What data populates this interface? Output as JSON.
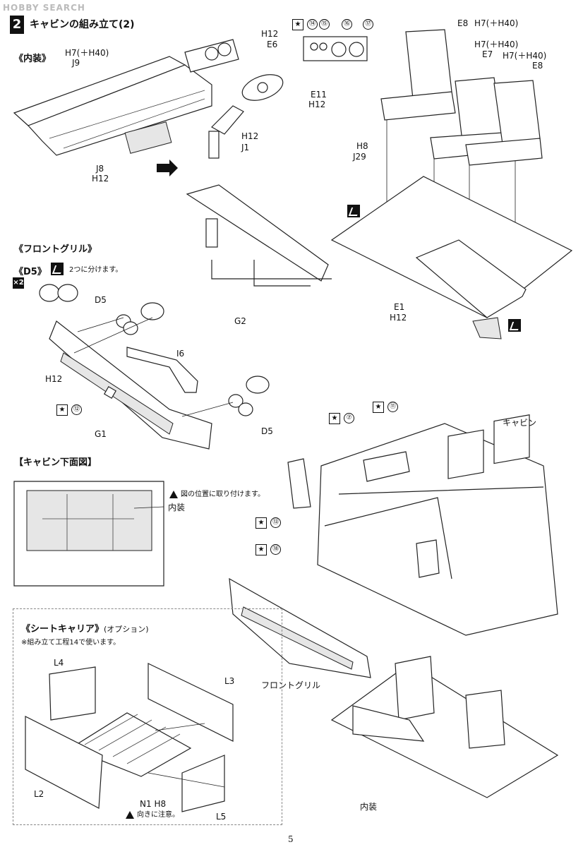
{
  "watermark": "HOBBY SEARCH",
  "step": {
    "number": "2",
    "title": "キャビンの組み立て(2)"
  },
  "sections": {
    "interior": "《内装》",
    "front_grille": "《フロントグリル》",
    "d5": "《D5》",
    "d5_note": "2つに分けます。",
    "cab_bottom": "【キャビン下面図】",
    "cab_bottom_note": "図の位置に取り付けます。",
    "cab_bottom_label": "内装",
    "seat_carrier": "《シートキャリア》",
    "seat_carrier_option": "(オプション)",
    "seat_carrier_note": "※組み立て工程14で使います。",
    "orientation_note": "向きに注意。"
  },
  "parts": {
    "j9": "J9",
    "j9_color": "H7(＋H40)",
    "e6": "E6",
    "e6_color": "H12",
    "e11": "E11",
    "e11_color": "H12",
    "j1": "J1",
    "j1_color": "H12",
    "j8": "J8",
    "j8_color": "H12",
    "j29": "J29",
    "j29_color": "H8",
    "e8a": "E8",
    "e8a_color": "H7(＋H40)",
    "e7": "E7",
    "e7_color": "H7(＋H40)",
    "e8b": "E8",
    "e8b_color": "H7(＋H40)",
    "e1": "E1",
    "e1_color": "H12",
    "d5a": "D5",
    "d5b": "D5",
    "g2": "G2",
    "i6": "I6",
    "g1": "G1",
    "g1_color": "H12",
    "cabin": "キャビン",
    "front_grille_label": "フロントグリル",
    "interior_label": "内装",
    "l4": "L4",
    "l3": "L3",
    "l2": "L2",
    "l5": "L5",
    "n1": "N1",
    "n1_color": "H8"
  },
  "decals": {
    "gauges": [
      "⑭",
      "⑮",
      "⑯",
      "⑰"
    ],
    "grille": "⑫",
    "cab_top_left": "⑦",
    "cab_top_right": "⑪",
    "cab_side_13": "⑬",
    "cab_side_18": "⑱"
  },
  "page_number": "5"
}
